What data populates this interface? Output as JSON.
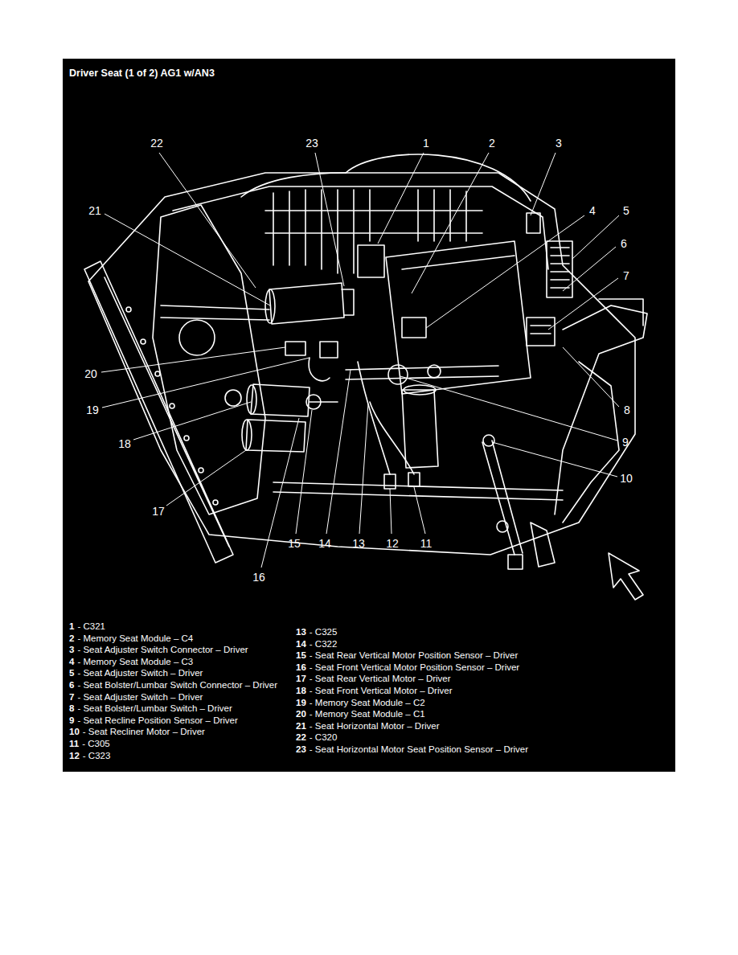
{
  "diagram": {
    "title": "Driver Seat (1 of 2) AG1 w/AN3",
    "labels": [
      "22",
      "23",
      "1",
      "2",
      "3",
      "4",
      "5",
      "6",
      "7",
      "8",
      "9",
      "10",
      "11",
      "12",
      "13",
      "14",
      "15",
      "16",
      "17",
      "18",
      "19",
      "20",
      "21",
      "1",
      "- C321",
      "2",
      "- Memory Seat Module – C4",
      "3",
      "- Seat Adjuster Switch Connector – Driver",
      "4",
      "- Memory Seat Module – C3",
      "5",
      "- Seat Adjuster Switch – Driver",
      "6",
      "- Seat Bolster/Lumbar Switch Connector – Driver",
      "7",
      "- Seat Adjuster Switch – Driver",
      "8",
      "- Seat Bolster/Lumbar Switch – Driver",
      "9",
      "- Seat Recline Position Sensor – Driver",
      "10",
      "- Seat Recliner Motor – Driver",
      "11",
      "- C305",
      "12",
      "- C323",
      "13",
      "- C325",
      "14",
      "- C322",
      "15",
      "- Seat Rear Vertical Motor Position Sensor – Driver",
      "16",
      "- Seat Front Vertical Motor Position Sensor – Driver",
      "17",
      "- Seat Rear Vertical Motor – Driver",
      "18",
      "- Seat Front Vertical Motor – Driver",
      "19",
      "- Memory Seat Module – C2",
      "20",
      "- Memory Seat Module – C1",
      "21",
      "- Seat Horizontal Motor – Driver",
      "22",
      "- C320",
      "23",
      "- Seat Horizontal Motor Seat Position Sensor – Driver"
    ]
  }
}
